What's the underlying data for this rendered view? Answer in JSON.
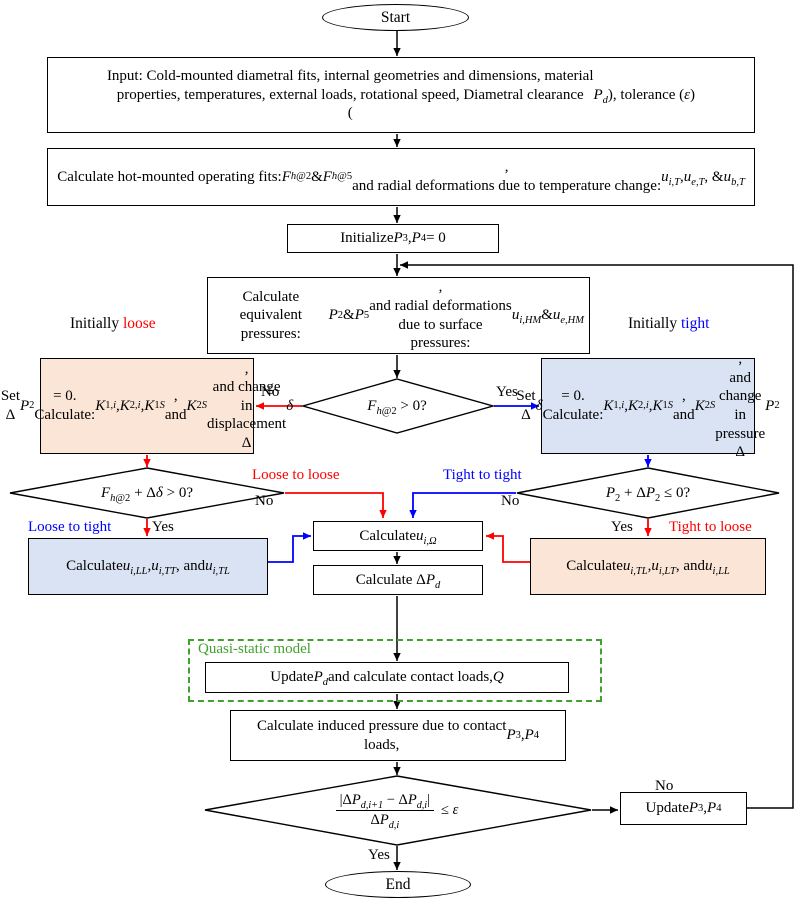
{
  "colors": {
    "loose_path_red": "#FF0000",
    "tight_path_blue": "#0000FF",
    "quasi_static_green": "#41A12F",
    "loose_box_fill": "#FBE5D6",
    "tight_box_fill": "#DAE3F3",
    "box_border": "#000000"
  },
  "labels": {
    "yes": "Yes",
    "no": "No",
    "initially": "Initially",
    "loose": "loose",
    "tight": "tight",
    "loose_to_loose": "Loose to loose",
    "tight_to_tight": "Tight to tight",
    "loose_to_tight": "Loose to tight",
    "tight_to_loose": "Tight to loose",
    "quasi_static": "Quasi-static model"
  },
  "nodes": {
    "start": "Start",
    "end": "End",
    "input_html": "Input: Cold-mounted diametral fits, internal geometries and dimensions, material<br>properties, temperatures, external loads, rotational speed, Diametral clearance<br>(<i>P<sub>d</sub></i>), tolerance (<i>ε</i>)",
    "hot_fits_html": "Calculate hot-mounted operating fits: <i>F</i><sub><i>h</i>@2</sub> &amp; <i>F</i><sub><i>h</i>@5</sub>,<br>and radial deformations due to temperature change: <i>u<sub>i,T</sub></i>, <i>u<sub>e,T</sub></i>, &amp; <i>u<sub>b,T</sub></i>",
    "initialize_html": "Initialize <i>P</i><sub>3</sub>, <i>P</i><sub>4</sub> = 0",
    "equivalent_pressures_html": "Calculate equivalent pressures: <i>P</i><sub>2</sub> &amp; <i>P</i><sub>5</sub>,<br>and radial deformations due to surface<br>pressures: <i>u<sub>i,HM</sub></i> &amp; <i>u<sub>e,HM</sub></i>",
    "decision_fh2_html": "<i>F</i><sub><i>h</i>@2</sub> &gt; 0?",
    "set_dp2_html": "Set Δ<i>P</i><sub>2</sub> = 0. Calculate:<br><i>K</i><sub>1,<i>i</i></sub>, <i>K</i><sub>2,<i>i</i></sub>, <i>K</i><sub>1<i>S</i></sub>, and <i>K</i><sub>2<i>S</i></sub>,<br>and change in<br>displacement Δ<i>δ</i>",
    "set_ddelta_html": "Set Δ<i>δ</i> = 0. Calculate:<br><i>K</i><sub>1,<i>i</i></sub>, <i>K</i><sub>2,<i>i</i></sub>, <i>K</i><sub>1<i>S</i></sub>, and <i>K</i><sub>2<i>S</i></sub>,<br>and change in pressure<br>Δ<i>P</i><sub>2</sub>",
    "decision_loose_html": "<i>F</i><sub><i>h</i>@2</sub> + Δ<i>δ</i> &gt; 0?",
    "decision_tight_html": "<i>P</i><sub>2</sub> + Δ<i>P</i><sub>2</sub> ≤ 0?",
    "calc_u_loose_html": "Calculate <i>u<sub>i,LL</sub></i>, <i>u<sub>i,TT</sub></i>, and<br><i>u<sub>i,TL</sub></i>",
    "calc_u_tight_html": "Calculate <i>u<sub>i,TL</sub></i>, <i>u<sub>i,LT</sub></i>, and<br><i>u<sub>i,LL</sub></i>",
    "calc_u_omega_html": "Calculate <i>u<sub>i,Ω</sub></i>",
    "calc_dpd_html": "Calculate Δ<i>P<sub>d</sub></i>",
    "update_pd_html": "Update <i>P<sub>d</sub></i> and calculate contact loads, <i>Q</i>",
    "induced_pressure_html": "Calculate induced pressure due to contact<br>loads, <i>P</i><sub>3</sub>, <i>P</i><sub>4</sub>",
    "convergence_numerator_html": "|Δ<i>P<sub>d,i+1</sub></i> − Δ<i>P<sub>d,i</sub></i>|",
    "convergence_denominator_html": "Δ<i>P<sub>d,i</sub></i>",
    "convergence_relation_html": "≤ <i>ε</i>",
    "update_p34_html": "Update <i>P</i><sub>3</sub>, <i>P</i><sub>4</sub>"
  }
}
